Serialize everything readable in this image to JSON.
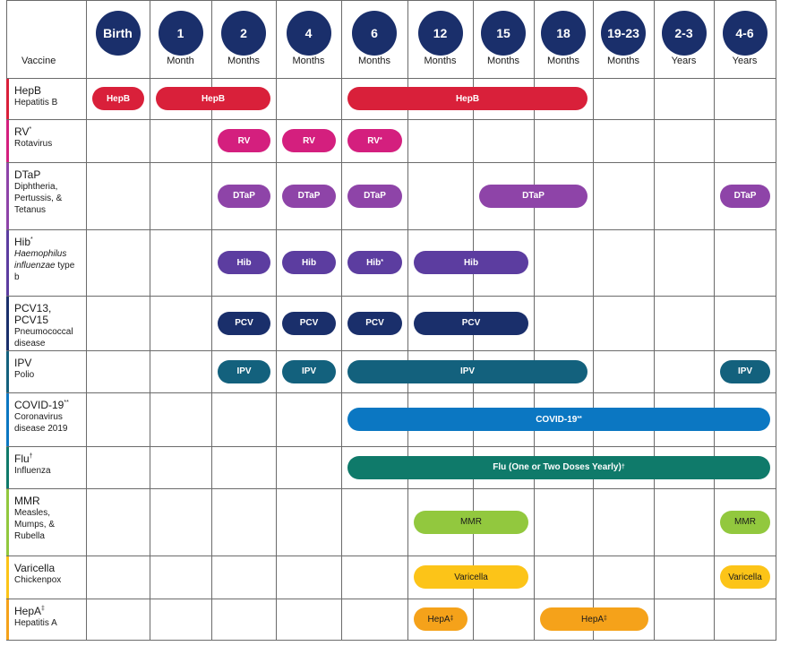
{
  "header": {
    "vaccine_label": "Vaccine"
  },
  "ages": [
    {
      "top": "Birth",
      "unit": ""
    },
    {
      "top": "1",
      "unit": "Month"
    },
    {
      "top": "2",
      "unit": "Months"
    },
    {
      "top": "4",
      "unit": "Months"
    },
    {
      "top": "6",
      "unit": "Months"
    },
    {
      "top": "12",
      "unit": "Months"
    },
    {
      "top": "15",
      "unit": "Months"
    },
    {
      "top": "18",
      "unit": "Months"
    },
    {
      "top": "19-23",
      "unit": "Months"
    },
    {
      "top": "2-3",
      "unit": "Years"
    },
    {
      "top": "4-6",
      "unit": "Years"
    }
  ],
  "vaccines": [
    {
      "id": "hepb",
      "name": "HepB",
      "name_sup": "",
      "desc": [
        "Hepatitis B"
      ],
      "color": "#d9203a",
      "doses": [
        {
          "start": 0,
          "end": 0,
          "label": "HepB",
          "sup": ""
        },
        {
          "start": 1,
          "end": 2,
          "label": "HepB",
          "sup": ""
        },
        {
          "start": 4,
          "end": 7,
          "label": "HepB",
          "sup": ""
        }
      ]
    },
    {
      "id": "rv",
      "name": "RV",
      "name_sup": "*",
      "desc": [
        "Rotavirus"
      ],
      "color": "#d41f7e",
      "doses": [
        {
          "start": 2,
          "end": 2,
          "label": "RV",
          "sup": ""
        },
        {
          "start": 3,
          "end": 3,
          "label": "RV",
          "sup": ""
        },
        {
          "start": 4,
          "end": 4,
          "label": "RV",
          "sup": "*"
        }
      ]
    },
    {
      "id": "dtap",
      "name": "DTaP",
      "name_sup": "",
      "desc": [
        "Diphtheria,",
        "Pertussis, &",
        "Tetanus"
      ],
      "color": "#8e44a8",
      "doses": [
        {
          "start": 2,
          "end": 2,
          "label": "DTaP",
          "sup": ""
        },
        {
          "start": 3,
          "end": 3,
          "label": "DTaP",
          "sup": ""
        },
        {
          "start": 4,
          "end": 4,
          "label": "DTaP",
          "sup": ""
        },
        {
          "start": 6,
          "end": 7,
          "label": "DTaP",
          "sup": ""
        },
        {
          "start": 10,
          "end": 10,
          "label": "DTaP",
          "sup": ""
        }
      ]
    },
    {
      "id": "hib",
      "name": "Hib",
      "name_sup": "*",
      "desc_italic": [
        "Haemophilus",
        "influenzae"
      ],
      "desc_tail": "type",
      "desc_last": "b",
      "color": "#5c3da0",
      "doses": [
        {
          "start": 2,
          "end": 2,
          "label": "Hib",
          "sup": ""
        },
        {
          "start": 3,
          "end": 3,
          "label": "Hib",
          "sup": ""
        },
        {
          "start": 4,
          "end": 4,
          "label": "Hib",
          "sup": "*"
        },
        {
          "start": 5,
          "end": 6,
          "label": "Hib",
          "sup": ""
        }
      ]
    },
    {
      "id": "pcv",
      "name": "PCV13, PCV15",
      "name_sup": "",
      "desc": [
        "Pneumococcal",
        "disease"
      ],
      "color": "#1a2f6b",
      "doses": [
        {
          "start": 2,
          "end": 2,
          "label": "PCV",
          "sup": ""
        },
        {
          "start": 3,
          "end": 3,
          "label": "PCV",
          "sup": ""
        },
        {
          "start": 4,
          "end": 4,
          "label": "PCV",
          "sup": ""
        },
        {
          "start": 5,
          "end": 6,
          "label": "PCV",
          "sup": ""
        }
      ]
    },
    {
      "id": "ipv",
      "name": "IPV",
      "name_sup": "",
      "desc": [
        "Polio"
      ],
      "color": "#13617d",
      "doses": [
        {
          "start": 2,
          "end": 2,
          "label": "IPV",
          "sup": ""
        },
        {
          "start": 3,
          "end": 3,
          "label": "IPV",
          "sup": ""
        },
        {
          "start": 4,
          "end": 7,
          "label": "IPV",
          "sup": ""
        },
        {
          "start": 10,
          "end": 10,
          "label": "IPV",
          "sup": ""
        }
      ]
    },
    {
      "id": "covid",
      "name": "COVID-19",
      "name_sup": "**",
      "desc": [
        "Coronavirus",
        "disease 2019"
      ],
      "color": "#0b77c2",
      "doses": [
        {
          "start": 4,
          "end": 10,
          "label": "COVID-19",
          "sup": "**"
        }
      ]
    },
    {
      "id": "flu",
      "name": "Flu",
      "name_sup": "†",
      "desc": [
        "Influenza"
      ],
      "color": "#0f7a6a",
      "doses": [
        {
          "start": 4,
          "end": 10,
          "label": "Flu (One or Two Doses Yearly)",
          "sup": "†"
        }
      ]
    },
    {
      "id": "mmr",
      "name": "MMR",
      "name_sup": "",
      "desc": [
        "Measles,",
        "Mumps, &",
        "Rubella"
      ],
      "color": "#92c83e",
      "doses": [
        {
          "start": 5,
          "end": 6,
          "label": "MMR",
          "sup": ""
        },
        {
          "start": 10,
          "end": 10,
          "label": "MMR",
          "sup": ""
        }
      ]
    },
    {
      "id": "varicella",
      "name": "Varicella",
      "name_sup": "",
      "desc": [
        "Chickenpox"
      ],
      "color": "#fcc418",
      "doses": [
        {
          "start": 5,
          "end": 6,
          "label": "Varicella",
          "sup": ""
        },
        {
          "start": 10,
          "end": 10,
          "label": "Varicella",
          "sup": ""
        }
      ]
    },
    {
      "id": "hepa",
      "name": "HepA",
      "name_sup": "‡",
      "desc": [
        "Hepatitis A"
      ],
      "color": "#f5a21a",
      "doses": [
        {
          "start": 5,
          "end": 5,
          "label": "HepA",
          "sup": "‡"
        },
        {
          "start": 7,
          "end": 8,
          "label": "HepA",
          "sup": "‡"
        }
      ]
    }
  ]
}
